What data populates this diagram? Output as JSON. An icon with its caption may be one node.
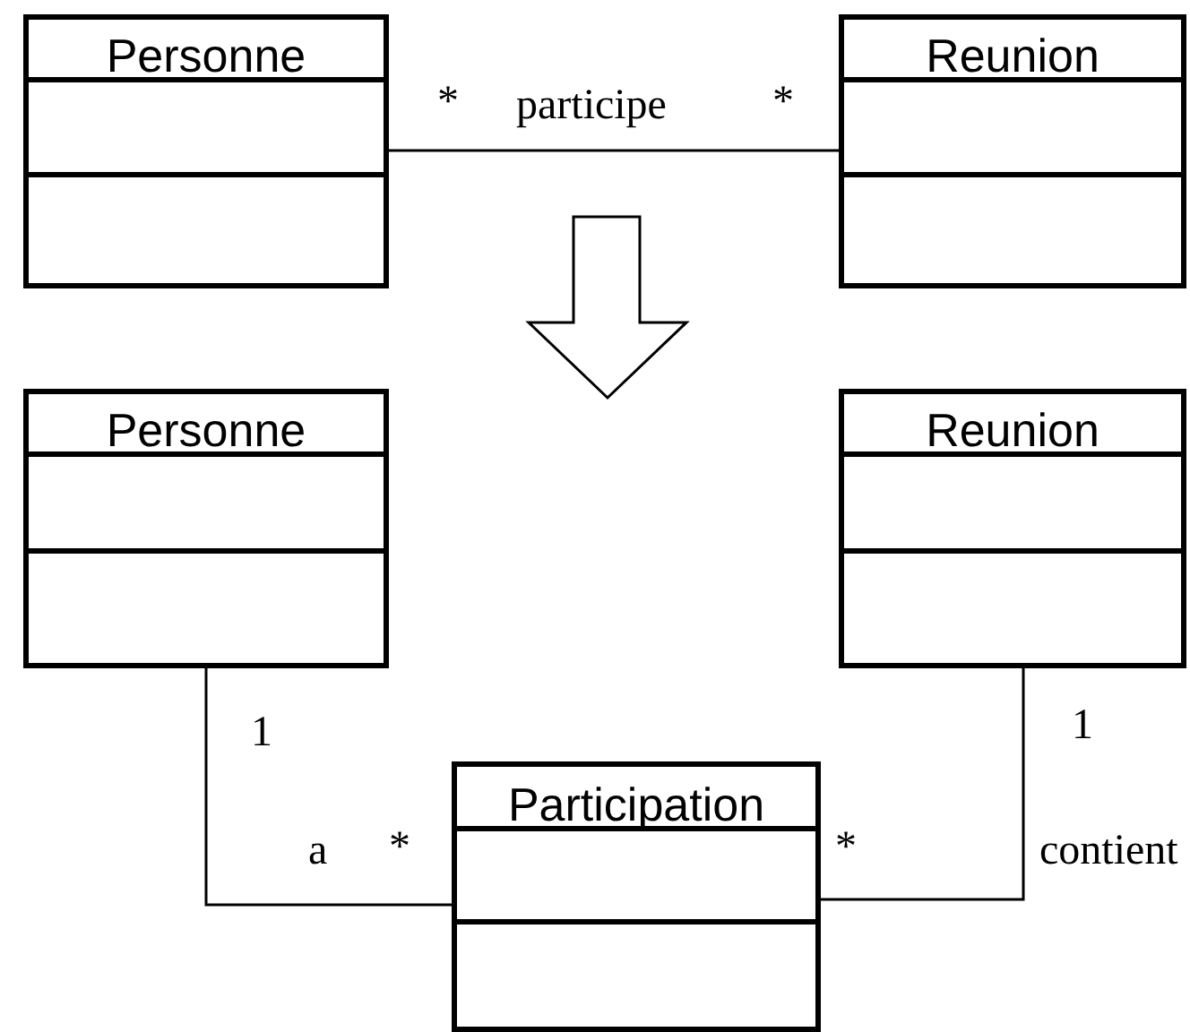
{
  "diagram": {
    "nodes": [
      {
        "text": [
          "Personne"
        ]
      },
      {
        "text": [
          "Reunion"
        ]
      },
      {
        "text": [
          "Personne"
        ]
      },
      {
        "text": [
          "Reunion"
        ]
      },
      {
        "text": [
          "Participation"
        ]
      }
    ],
    "edges": [
      {
        "from": 0,
        "to": 1,
        "arrow": "none",
        "label": "participe"
      },
      {
        "from": 2,
        "to": 4,
        "arrow": "none",
        "label": "a"
      },
      {
        "from": 3,
        "to": 4,
        "arrow": "none",
        "label": "contient"
      }
    ],
    "labels": [
      "*",
      "*",
      "1",
      "1",
      "*",
      "*"
    ]
  }
}
